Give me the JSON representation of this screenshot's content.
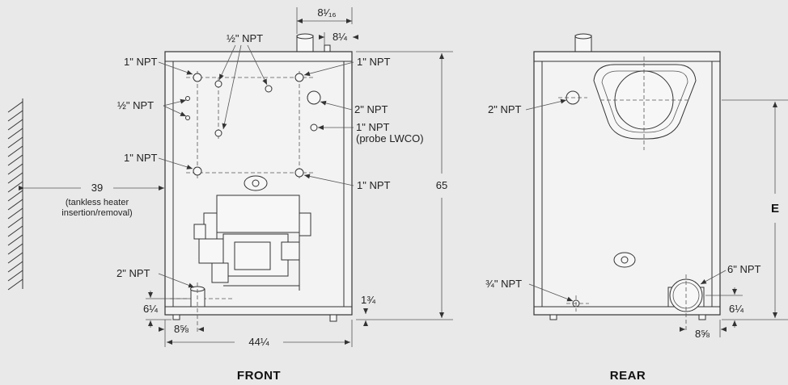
{
  "labels": {
    "npt_1": "1\" NPT",
    "npt_half": "½\" NPT",
    "npt_2": "2\" NPT",
    "npt_3q": "¾\" NPT",
    "npt_6": "6\" NPT",
    "probe_lwco": "(probe LWCO)"
  },
  "dimensions": {
    "clearance": "39",
    "clearance_note_1": "(tankless heater",
    "clearance_note_2": "insertion/removal)",
    "height": "65",
    "width": "44¼",
    "top_offset_1": "8¹⁄₁₆",
    "top_offset_2": "8¼",
    "front_bottom_height": "6¼",
    "front_bottom_offset": "8⅝",
    "front_base": "1¾",
    "rear_bottom_height": "6¼",
    "rear_bottom_offset": "8⅝",
    "rear_height_e": "E"
  },
  "views": {
    "front": "FRONT",
    "rear": "REAR"
  }
}
